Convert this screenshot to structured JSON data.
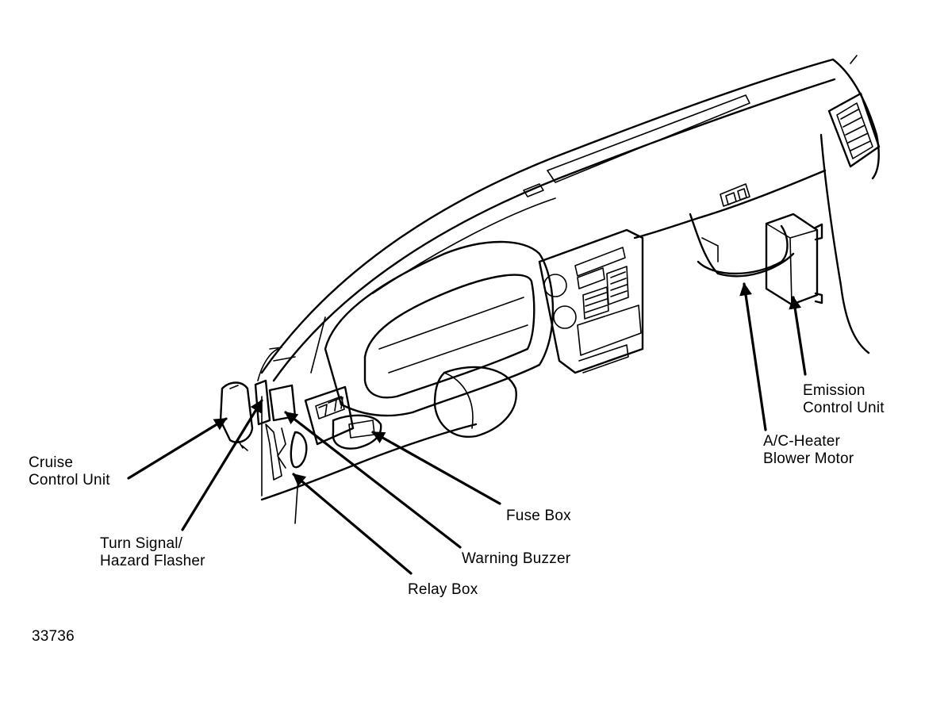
{
  "labels": {
    "cruise_line1": "Cruise",
    "cruise_line2": "Control Unit",
    "turn_line1": "Turn Signal/",
    "turn_line2": "Hazard Flasher",
    "relay_box": "Relay Box",
    "warning_buzzer": "Warning Buzzer",
    "fuse_box": "Fuse Box",
    "blower_line1": "A/C-Heater",
    "blower_line2": "Blower Motor",
    "ecu_line1": "Emission",
    "ecu_line2": "Control Unit"
  },
  "figure_number": "33736"
}
